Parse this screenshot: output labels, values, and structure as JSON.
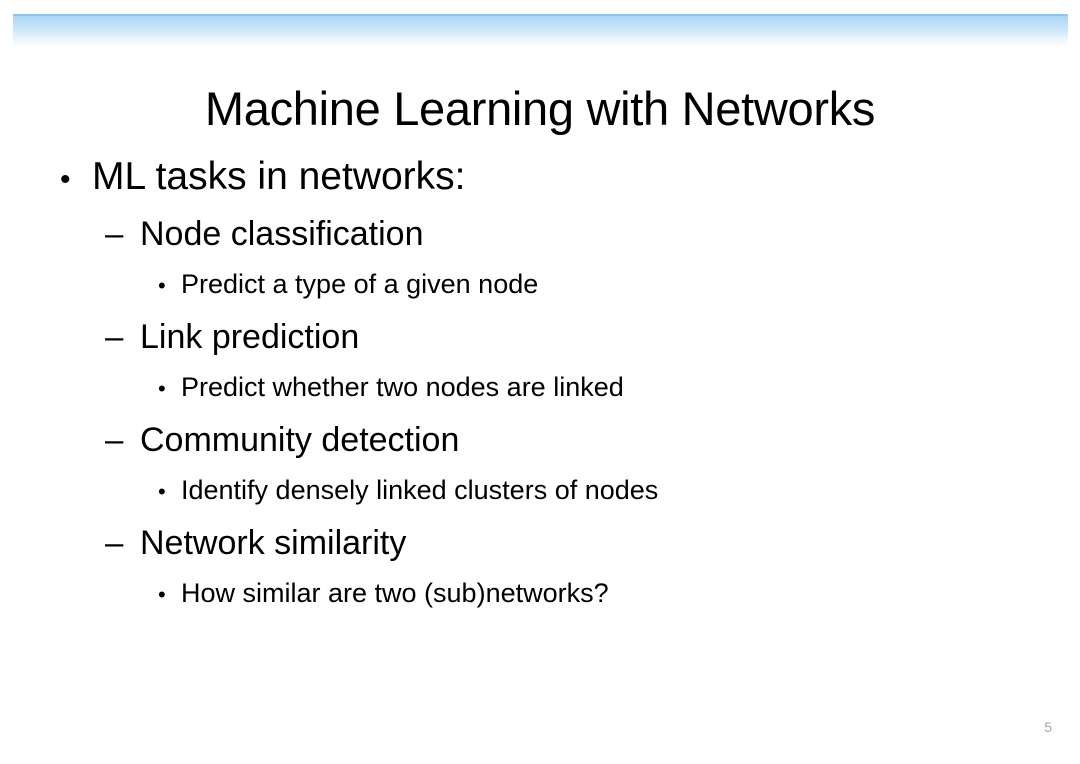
{
  "slide": {
    "title": "Machine Learning with Networks",
    "page_number": "5",
    "accent_color": "#a3d2f5",
    "text_color": "#000000",
    "page_number_color": "#a6a6a6",
    "background_color": "#ffffff"
  },
  "outline": {
    "level1": {
      "marker": "•",
      "text": "ML tasks in networks:"
    },
    "items": [
      {
        "marker": "–",
        "text": "Node classification",
        "sub": {
          "marker": "•",
          "text": "Predict a type of a given node"
        }
      },
      {
        "marker": "–",
        "text": "Link prediction",
        "sub": {
          "marker": "•",
          "text": "Predict whether two nodes are linked"
        }
      },
      {
        "marker": "–",
        "text": "Community detection",
        "sub": {
          "marker": "•",
          "text": "Identify densely linked clusters of nodes"
        }
      },
      {
        "marker": "–",
        "text": "Network similarity",
        "sub": {
          "marker": "•",
          "text": "How similar are two (sub)networks?"
        }
      }
    ]
  }
}
